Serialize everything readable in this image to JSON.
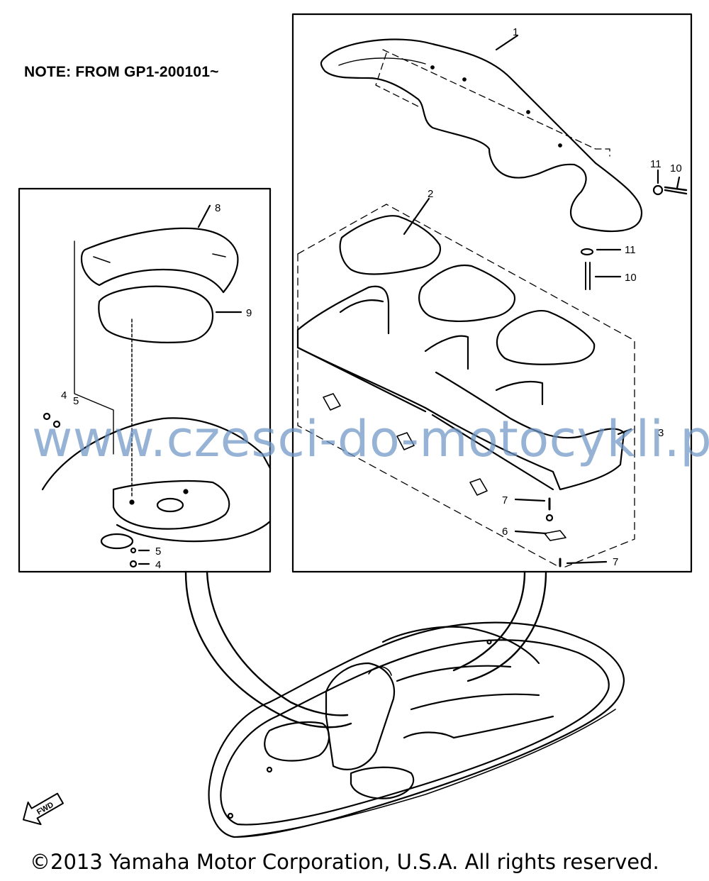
{
  "note": "NOTE: FROM GP1-200101~",
  "watermark": "www.czesci-do-motocykli.pl",
  "copyright": "©2013 Yamaha Motor Corporation, U.S.A. All rights reserved.",
  "fwd_badge": "FWD",
  "callouts": {
    "p1": "1",
    "p2": "2",
    "p3": "3",
    "p4a": "4",
    "p5a": "5",
    "p4b": "4",
    "p5b": "5",
    "p6": "6",
    "p7a": "7",
    "p7b": "7",
    "p8": "8",
    "p9": "9",
    "p10a": "10",
    "p11a": "11",
    "p10b": "10",
    "p11b": "11"
  },
  "colors": {
    "line": "#000000",
    "watermark": "#6f97c6",
    "background": "#ffffff"
  }
}
